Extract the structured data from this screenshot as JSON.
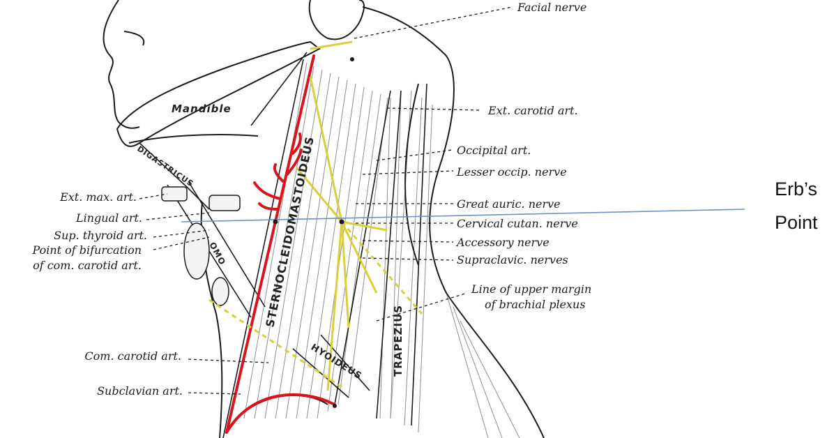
{
  "labels": {
    "facial_nerve": "Facial nerve",
    "ext_carotid": "Ext. carotid art.",
    "occipital": "Occipital art.",
    "lesser_occip": "Lesser occip. nerve",
    "great_auric": "Great auric. nerve",
    "cervical_cutan": "Cervical cutan. nerve",
    "accessory": "Accessory nerve",
    "supraclavic": "Supraclavic. nerves",
    "brachial_1": "Line of upper margin",
    "brachial_2": "of brachial plexus",
    "ext_max": "Ext. max. art.",
    "lingual": "Lingual art.",
    "sup_thyroid": "Sup. thyroid art.",
    "bifurcation_1": "Point of bifurcation",
    "bifurcation_2": "of com. carotid art.",
    "com_carotid": "Com. carotid art.",
    "subclavian": "Subclavian art.",
    "mandible": "Mandible"
  },
  "muscles": {
    "sternocleido": "STERNOCLEIDOMASTOIDEUS",
    "trapezius": "TRAPEZIUS",
    "digastricus": "DIGASTRICUS",
    "hyoideus": "HYOIDEUS",
    "omo": "OMO"
  },
  "erbs_point": {
    "line1": "Erb’s",
    "line2": "Point"
  },
  "colors": {
    "artery": "#d9141c",
    "nerve": "#d8cf3a",
    "marker_line": "#6b8fc9",
    "ink": "#1a1a1a"
  }
}
